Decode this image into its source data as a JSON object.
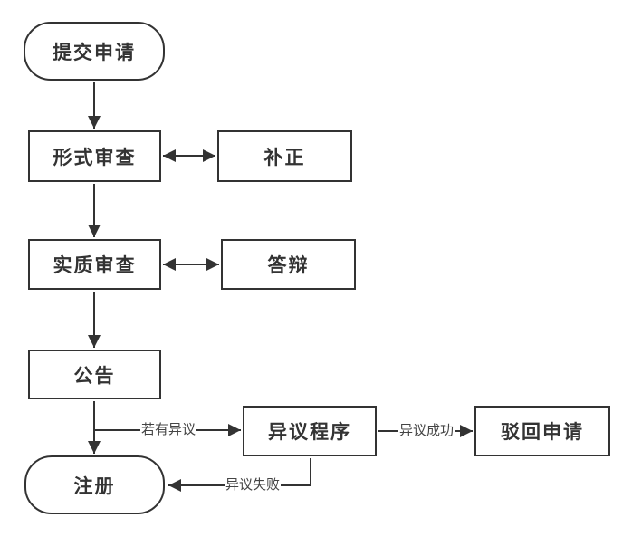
{
  "diagram": {
    "type": "flowchart",
    "background_color": "#ffffff",
    "line_color": "#333333",
    "node_text_color": "#333333",
    "edge_label_color": "#444444",
    "nodes": [
      {
        "id": "submit",
        "label": "提交申请",
        "shape": "rounded"
      },
      {
        "id": "formal_exam",
        "label": "形式审查",
        "shape": "rect"
      },
      {
        "id": "correction",
        "label": "补正",
        "shape": "rect"
      },
      {
        "id": "substantive_exam",
        "label": "实质审查",
        "shape": "rect"
      },
      {
        "id": "defense",
        "label": "答辩",
        "shape": "rect"
      },
      {
        "id": "publication",
        "label": "公告",
        "shape": "rect"
      },
      {
        "id": "registration",
        "label": "注册",
        "shape": "rounded"
      },
      {
        "id": "opposition",
        "label": "异议程序",
        "shape": "rect"
      },
      {
        "id": "rejection",
        "label": "驳回申请",
        "shape": "rect"
      }
    ],
    "edges": [
      {
        "from": "submit",
        "to": "formal_exam",
        "label": "",
        "style": "arrow"
      },
      {
        "from": "formal_exam",
        "to": "correction",
        "label": "",
        "style": "double-arrow"
      },
      {
        "from": "formal_exam",
        "to": "substantive_exam",
        "label": "",
        "style": "arrow"
      },
      {
        "from": "substantive_exam",
        "to": "defense",
        "label": "",
        "style": "double-arrow"
      },
      {
        "from": "substantive_exam",
        "to": "publication",
        "label": "",
        "style": "arrow"
      },
      {
        "from": "publication",
        "to": "registration",
        "label": "",
        "style": "arrow"
      },
      {
        "from": "publication",
        "to": "opposition",
        "label": "若有异议",
        "style": "arrow"
      },
      {
        "from": "opposition",
        "to": "rejection",
        "label": "异议成功",
        "style": "arrow"
      },
      {
        "from": "opposition",
        "to": "registration",
        "label": "异议失败",
        "style": "arrow"
      }
    ]
  }
}
